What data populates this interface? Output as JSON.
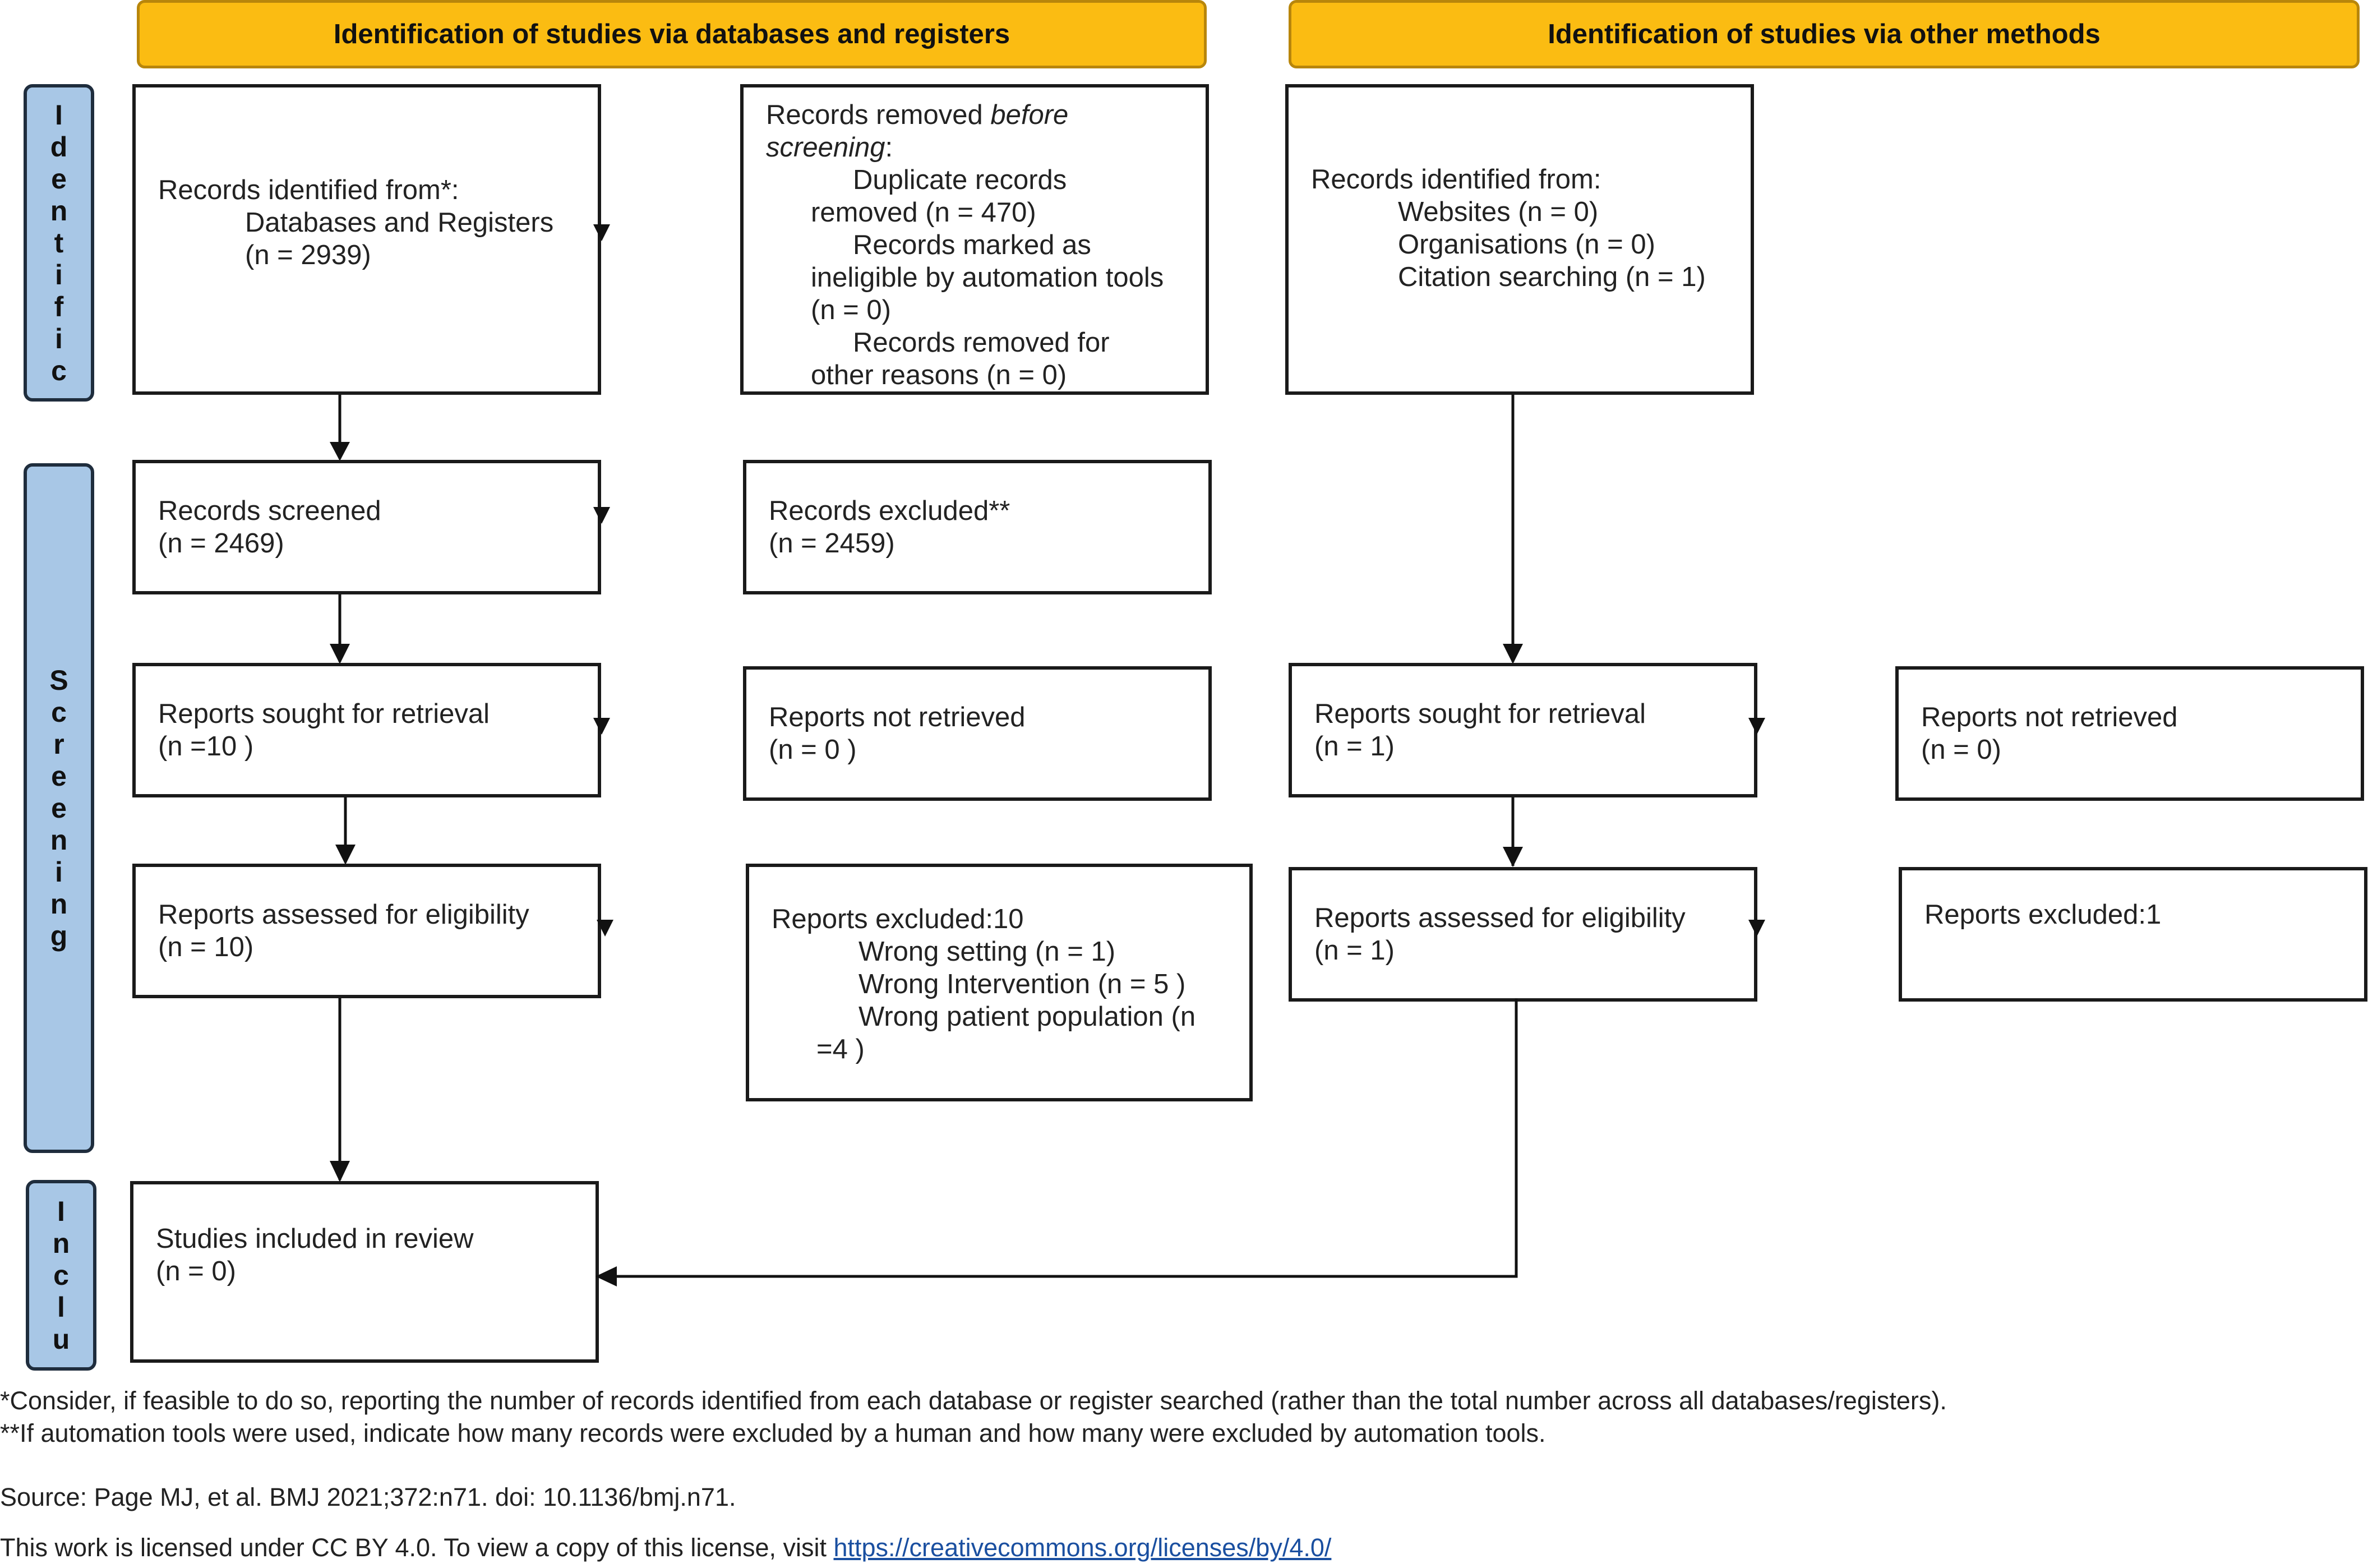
{
  "headers": {
    "databases": "Identification of studies via databases and registers",
    "other": "Identification of studies via other methods"
  },
  "phases": {
    "identification": [
      "I",
      "d",
      "e",
      "n",
      "t",
      "i",
      "f",
      "i",
      "c"
    ],
    "screening": [
      "S",
      "c",
      "r",
      "e",
      "e",
      "n",
      "i",
      "n",
      "g"
    ],
    "included": [
      "I",
      "n",
      "c",
      "l",
      "u"
    ]
  },
  "boxes": {
    "records_identified": {
      "line1": "Records identified from*:",
      "line2": "Databases and Registers",
      "line3": "(n = 2939)"
    },
    "records_removed": {
      "line1_a": "Records removed ",
      "line1_b": "before",
      "line2_a": "screening",
      "line2_b": ":",
      "line3": "Duplicate records",
      "line4": "removed  (n = 470)",
      "line5": "Records marked as",
      "line6": "ineligible by automation tools",
      "line7": "(n = 0)",
      "line8": "Records removed for",
      "line9": "other reasons (n = 0)"
    },
    "other_identified": {
      "line1": "Records identified from:",
      "line2": "Websites (n = 0)",
      "line3": "Organisations (n = 0)",
      "line4": "Citation searching (n = 1)"
    },
    "records_screened": {
      "line1": "Records screened",
      "line2": "(n = 2469)"
    },
    "records_excluded": {
      "line1": "Records excluded**",
      "line2": "(n = 2459)"
    },
    "reports_sought_db": {
      "line1": "Reports sought for retrieval",
      "line2": "(n =10 )"
    },
    "reports_not_retrieved_db": {
      "line1": "Reports not retrieved",
      "line2": "(n = 0 )"
    },
    "reports_sought_other": {
      "line1": "Reports sought for retrieval",
      "line2": "(n = 1)"
    },
    "reports_not_retrieved_other": {
      "line1": "Reports not retrieved",
      "line2": "(n = 0)"
    },
    "assessed_db": {
      "line1": "Reports assessed for eligibility",
      "line2": "(n = 10)"
    },
    "excluded_db": {
      "line1": "Reports excluded:10",
      "line2": "Wrong setting (n = 1)",
      "line3": "Wrong Intervention (n = 5 )",
      "line4": "Wrong patient population (n",
      "line5": "=4 )"
    },
    "assessed_other": {
      "line1": "Reports assessed for eligibility",
      "line2": "(n = 1)"
    },
    "excluded_other": {
      "line1": "Reports excluded:1"
    },
    "included": {
      "line1": "Studies included in review",
      "line2": "(n = 0)"
    }
  },
  "footer": {
    "note1": "*Consider, if feasible to do so, reporting the number of records identified from each database or register searched (rather than the total number across all databases/registers).",
    "note2": "**If automation tools were used, indicate how many records were excluded by a human and how many were excluded by automation tools.",
    "source": "Source: Page MJ, et al. BMJ 2021;372:n71. doi: 10.1136/bmj.n71.",
    "license_text": "This work is licensed under CC BY 4.0. To view a copy of this license, visit ",
    "license_link": "https://creativecommons.org/licenses/by/4.0/"
  },
  "colors": {
    "header_fill": "#fbbc12",
    "phase_fill": "#a8c7e6",
    "link": "#1a4fa0"
  }
}
